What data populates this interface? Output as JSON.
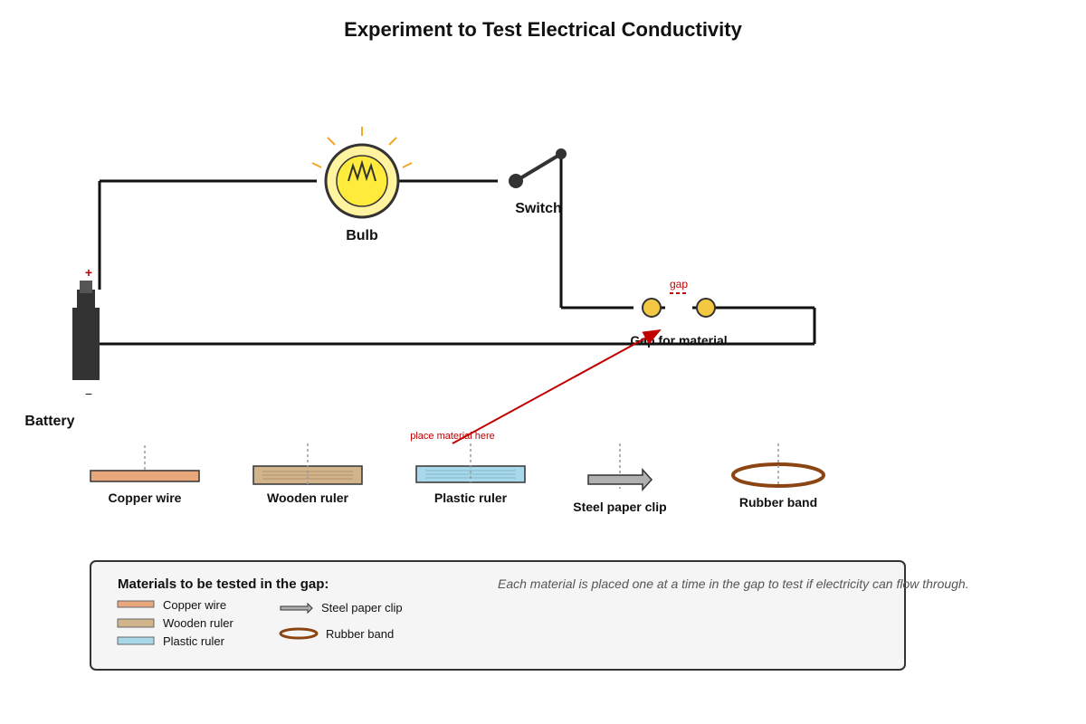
{
  "title": "Experiment to Test Electrical Conductivity",
  "labels": {
    "bulb": "Bulb",
    "switch": "Switch",
    "battery": "Battery",
    "plus": "+",
    "minus": "−",
    "gap": "gap",
    "gap_for_material": "Gap for material",
    "place_material_here": "place material here"
  },
  "materials": [
    {
      "name": "Copper wire",
      "color": "#e8a87c"
    },
    {
      "name": "Wooden ruler",
      "color": "#d2b48c"
    },
    {
      "name": "Plastic ruler",
      "color": "#a8d8ea"
    },
    {
      "name": "Steel paper clip",
      "color": "#b0b0b0"
    },
    {
      "name": "Rubber band",
      "color": "#8b4513"
    }
  ],
  "legend": {
    "heading": "Materials to be tested in the gap:",
    "note": "Each material is placed one at a time in the gap to test if electricity can flow through.",
    "items": [
      "Copper wire",
      "Wooden ruler",
      "Plastic ruler",
      "Steel paper clip",
      "Rubber band"
    ]
  },
  "colors": {
    "wire": "#111111",
    "bulb_glass": "#fff3a0",
    "bulb_core": "#ffeb3b",
    "bulb_rays": "#f5a623",
    "terminal": "#f5c842",
    "arrow": "#c00000",
    "legend_bg": "#f5f5f5"
  }
}
